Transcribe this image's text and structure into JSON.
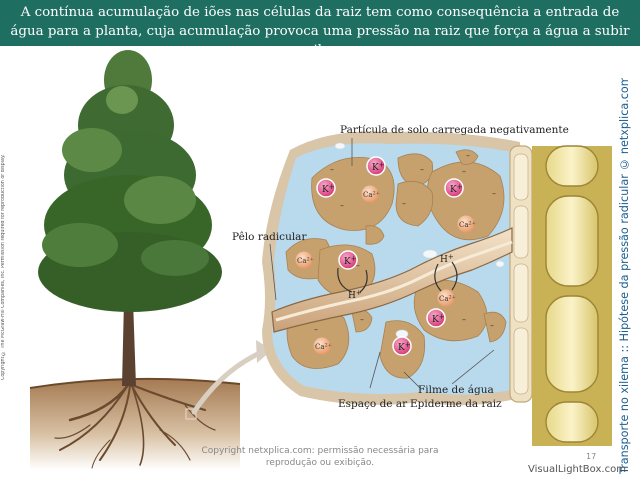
{
  "banner": {
    "text": "A contínua acumulação de iões nas células da raiz tem como consequência a entrada de água para a planta, cuja acumulação provoca uma pressão na raiz que força a água a subir no xilema."
  },
  "labels": {
    "soil_particle": "Partícula de solo carregada negativamente",
    "root_hair": "Pêlo radicular",
    "water_film": "Filme de água",
    "air_space": "Espaço de ar",
    "root_epidermis": "Epiderme da raiz"
  },
  "ions": {
    "potassium": "K",
    "calcium": "Ca",
    "hydrogen": "H",
    "calcium_charge": "2+",
    "single_charge": "+",
    "negative": "–"
  },
  "copyright_left": "Copyright © The McGraw-Hill Companies, Inc. Permission required for reproduction or display.",
  "side_title": "Transporte no xilema :: Hipótese da pressão radicular © netxplica.com",
  "copyright_center": "Copyright netxplica.com: permissão necessária para reprodução ou exibição.",
  "page_number": "17",
  "watermark": "VisualLightBox.com",
  "colors": {
    "banner": "#1e6e62",
    "water": "#b9d9ec",
    "soil": "#c7a16d",
    "potassium_ion": "#e8568e",
    "calcium_ion": "#f0b48a",
    "xylem_wall": "#c9b255",
    "side_title": "#1b5e8f"
  }
}
